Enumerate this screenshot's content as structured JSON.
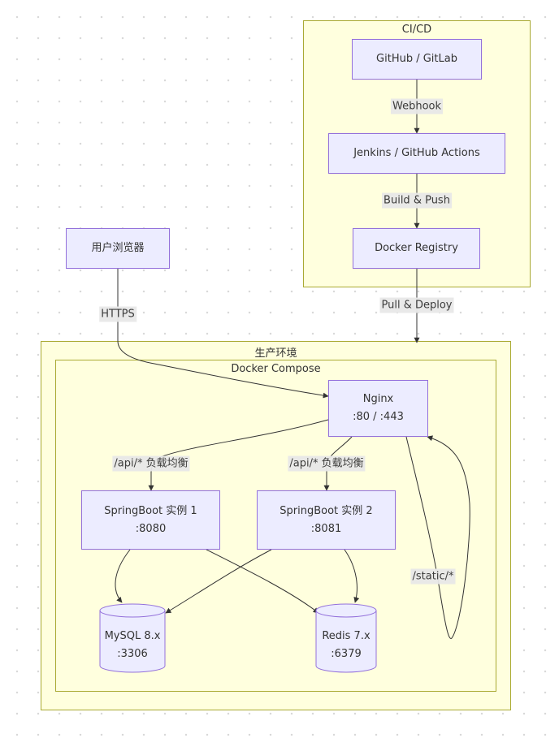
{
  "clusters": {
    "cicd": "CI/CD",
    "production": "生产环境",
    "docker_compose": "Docker Compose"
  },
  "nodes": {
    "git": "GitHub / GitLab",
    "jenkins": "Jenkins / GitHub Actions",
    "registry": "Docker Registry",
    "browser": "用户浏览器",
    "nginx": {
      "line1": "Nginx",
      "line2": ":80 / :443"
    },
    "springboot1": {
      "line1": "SpringBoot 实例 1",
      "line2": ":8080"
    },
    "springboot2": {
      "line1": "SpringBoot 实例 2",
      "line2": ":8081"
    },
    "mysql": {
      "line1": "MySQL 8.x",
      "line2": ":3306"
    },
    "redis": {
      "line1": "Redis 7.x",
      "line2": ":6379"
    }
  },
  "edges": {
    "webhook": "Webhook",
    "build_push": "Build & Push",
    "pull_deploy": "Pull & Deploy",
    "https": "HTTPS",
    "api1": "/api/* 负载均衡",
    "api2": "/api/* 负载均衡",
    "static": "/static/*"
  },
  "colors": {
    "node_fill": "#ececff",
    "node_border": "#9370db",
    "cluster_fill": "#ffffde",
    "cluster_border": "#aaaa33",
    "edge": "#333333",
    "label_bg": "#e8e8e8"
  }
}
